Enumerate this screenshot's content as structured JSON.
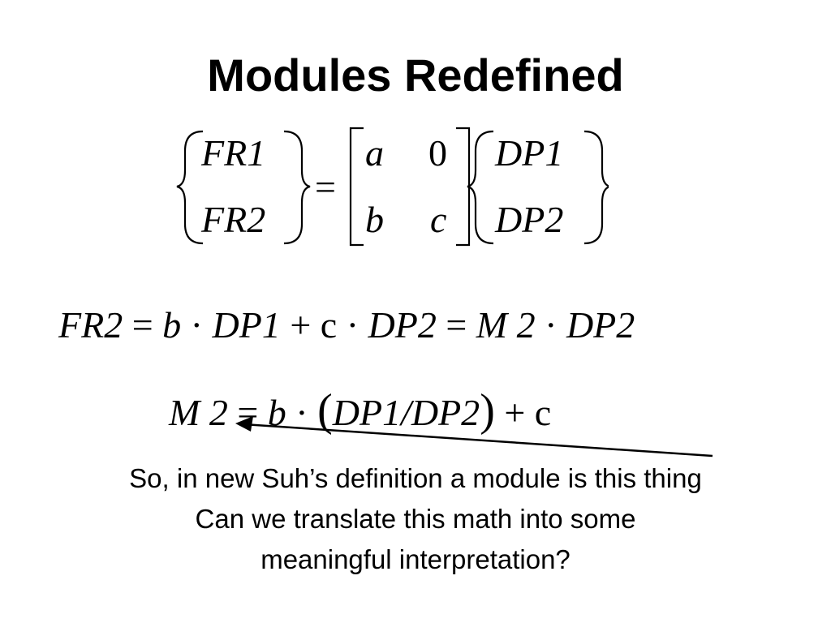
{
  "slide": {
    "title": "Modules Redefined",
    "matrix_equation": {
      "lhs": [
        "FR1",
        "FR2"
      ],
      "equals": "=",
      "matrix": [
        [
          "a",
          "0"
        ],
        [
          "b",
          "c"
        ]
      ],
      "rhs": [
        "DP1",
        "DP2"
      ]
    },
    "equation_2": {
      "parts": [
        "FR2",
        "=",
        "b",
        "·",
        "DP1",
        "+",
        "c",
        "·",
        "DP2",
        "=",
        "M 2",
        "·",
        "DP2"
      ]
    },
    "equation_3": {
      "parts": [
        "M 2",
        "=",
        "b",
        "·",
        "(",
        "DP1/DP2",
        ")",
        "+",
        "c"
      ]
    },
    "text_lines": [
      "So, in new Suh’s definition a module is this thing",
      "Can we translate this math into some",
      "meaningful interpretation?"
    ]
  }
}
